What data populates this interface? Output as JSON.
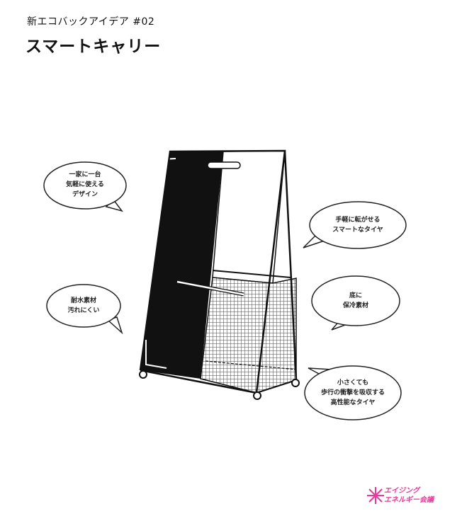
{
  "header": {
    "subtitle": "新エコバックアイデア #02",
    "title": "スマートキャリー"
  },
  "bubbles": [
    {
      "line1": "一家に一台",
      "line2": "気軽に使える",
      "line3": "デザイン"
    },
    {
      "line1": "手軽に転がせる",
      "line2": "スマートなタイヤ"
    },
    {
      "line1": "底に",
      "line2": "保冷素材"
    },
    {
      "line1": "耐水素材",
      "line2": "汚れにくい"
    },
    {
      "line1": "小さくても",
      "line2": "歩行の衝撃を吸収する",
      "line3": "高性能なタイヤ"
    }
  ],
  "logo": {
    "line1": "エイジング",
    "line2": "エネルギー会議",
    "color": "#e6399b"
  }
}
